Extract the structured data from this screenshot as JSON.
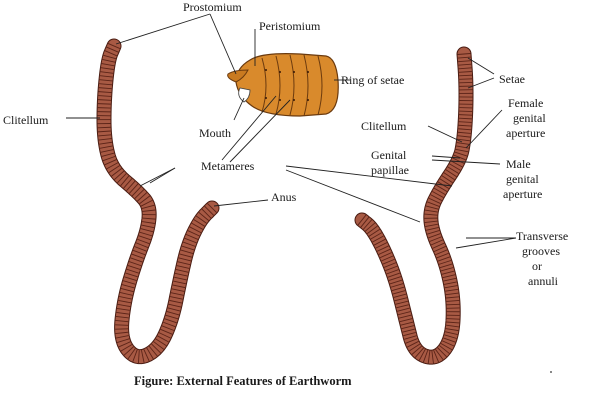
{
  "colors": {
    "worm_outline": "#4a1c12",
    "worm_body": "#a85a44",
    "worm_ring": "#5c2418",
    "head_body": "#d98a2c",
    "head_outline": "#6b3a0e",
    "leader": "#222222"
  },
  "labels": {
    "prostomium": "Prostomium",
    "peristomium": "Peristomium",
    "ring_of_setae": "Ring of setae",
    "mouth": "Mouth",
    "clitellum_left": "Clitellum",
    "metameres": "Metameres",
    "anus": "Anus",
    "setae": "Setae",
    "female_genital_aperture": [
      "Female",
      "genital",
      "aperture"
    ],
    "clitellum_right": "Clitellum",
    "genital_papillae": [
      "Genital",
      "papillae"
    ],
    "male_genital_aperture": [
      "Male",
      "genital",
      "aperture"
    ],
    "transverse_grooves": [
      "Transverse",
      "grooves",
      "or",
      "annuli"
    ]
  },
  "caption": "Figure: External Features of Earthworm"
}
